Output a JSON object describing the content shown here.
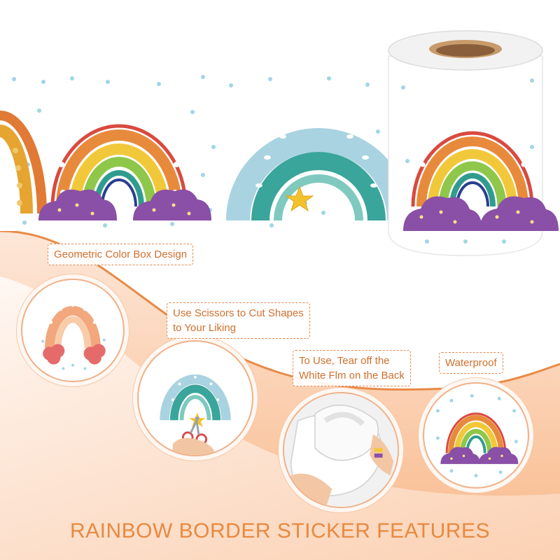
{
  "labels": {
    "geometric": "Geometric Color Box Design",
    "scissors": [
      "Use Scissors to Cut Shapes",
      "to Your Liking"
    ],
    "tear": [
      "To Use, Tear off the",
      "White Flm on the Back"
    ],
    "waterproof": "Waterproof"
  },
  "footer": {
    "title": "RAINBOW BORDER STICKER FEATURES"
  },
  "icons": [
    "rainbow-icon",
    "cloud-icon",
    "star-icon",
    "scissors-icon",
    "sticker-roll-icon"
  ],
  "colors": {
    "accent_orange": "#e8893f",
    "label_orange": "#d0702f",
    "teal": "#3aa59b",
    "purple": "#8a4fa6",
    "raindrop": "#9fd6e8"
  }
}
